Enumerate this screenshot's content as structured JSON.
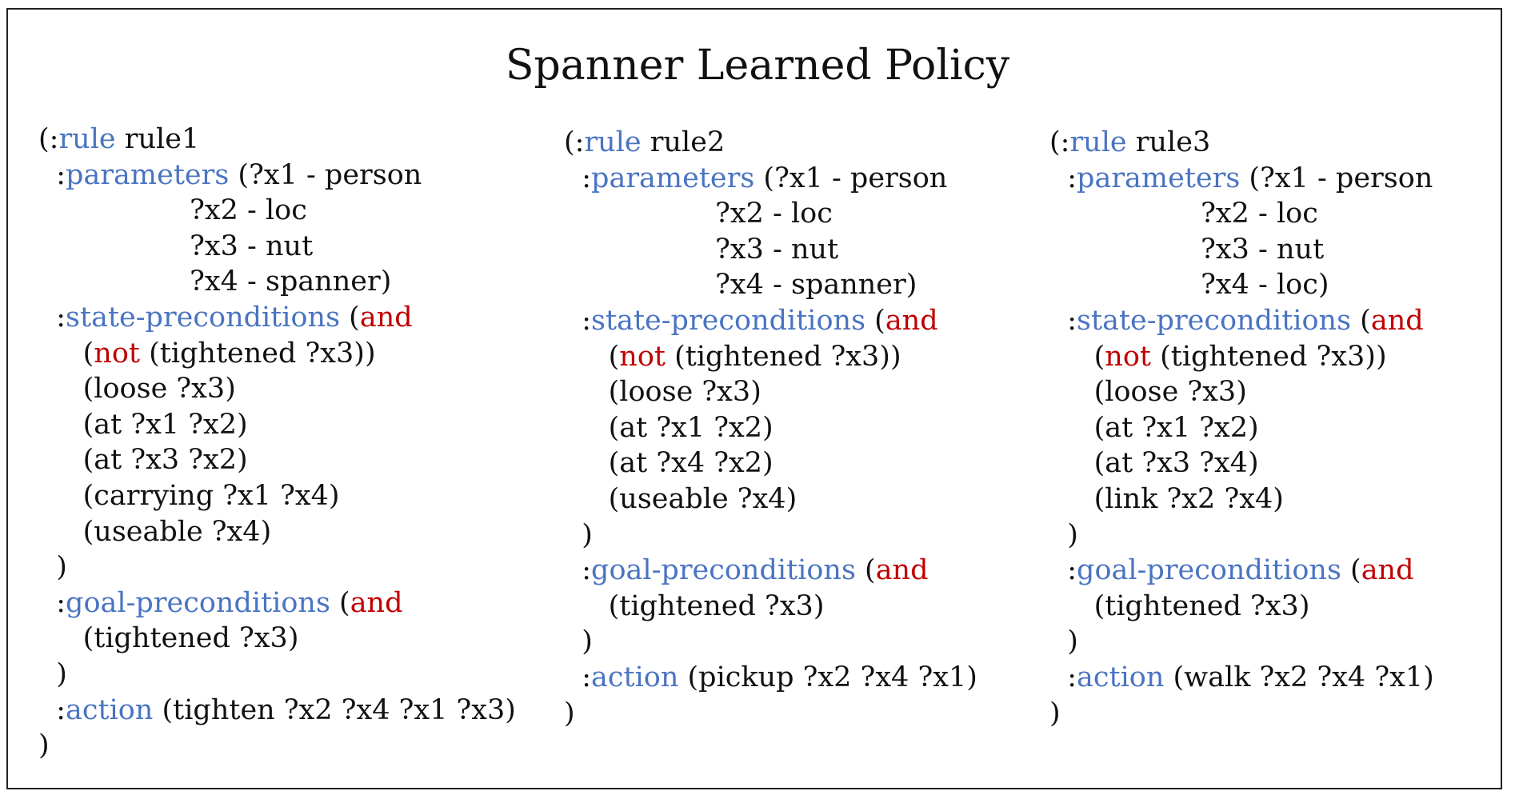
{
  "title": "Spanner Learned Policy",
  "colors": {
    "keyword": "#4a74c2",
    "logical": "#c00000",
    "text": "#111111"
  },
  "rules": [
    {
      "lines": [
        [
          {
            "t": "(:"
          },
          {
            "t": "rule",
            "c": "kw"
          },
          {
            "t": " rule1"
          }
        ],
        [
          {
            "t": "  :"
          },
          {
            "t": "parameters",
            "c": "kw"
          },
          {
            "t": " (?x1 - person"
          }
        ],
        [
          {
            "t": "                 ?x2 - loc"
          }
        ],
        [
          {
            "t": "                 ?x3 - nut"
          }
        ],
        [
          {
            "t": "                 ?x4 - spanner)"
          }
        ],
        [
          {
            "t": "  :"
          },
          {
            "t": "state-preconditions",
            "c": "kw"
          },
          {
            "t": " ("
          },
          {
            "t": "and",
            "c": "lg"
          }
        ],
        [
          {
            "t": "     ("
          },
          {
            "t": "not",
            "c": "lg"
          },
          {
            "t": " (tightened ?x3))"
          }
        ],
        [
          {
            "t": "     (loose ?x3)"
          }
        ],
        [
          {
            "t": "     (at ?x1 ?x2)"
          }
        ],
        [
          {
            "t": "     (at ?x3 ?x2)"
          }
        ],
        [
          {
            "t": "     (carrying ?x1 ?x4)"
          }
        ],
        [
          {
            "t": "     (useable ?x4)"
          }
        ],
        [
          {
            "t": "  )"
          }
        ],
        [
          {
            "t": "  :"
          },
          {
            "t": "goal-preconditions",
            "c": "kw"
          },
          {
            "t": " ("
          },
          {
            "t": "and",
            "c": "lg"
          }
        ],
        [
          {
            "t": "     (tightened ?x3)"
          }
        ],
        [
          {
            "t": "  )"
          }
        ],
        [
          {
            "t": "  :"
          },
          {
            "t": "action",
            "c": "kw"
          },
          {
            "t": " (tighten ?x2 ?x4 ?x1 ?x3)"
          }
        ],
        [
          {
            "t": ")"
          }
        ]
      ]
    },
    {
      "lines": [
        [
          {
            "t": "(:"
          },
          {
            "t": "rule",
            "c": "kw"
          },
          {
            "t": " rule2"
          }
        ],
        [
          {
            "t": "  :"
          },
          {
            "t": "parameters",
            "c": "kw"
          },
          {
            "t": " (?x1 - person"
          }
        ],
        [
          {
            "t": "                 ?x2 - loc"
          }
        ],
        [
          {
            "t": "                 ?x3 - nut"
          }
        ],
        [
          {
            "t": "                 ?x4 - spanner)"
          }
        ],
        [
          {
            "t": "  :"
          },
          {
            "t": "state-preconditions",
            "c": "kw"
          },
          {
            "t": " ("
          },
          {
            "t": "and",
            "c": "lg"
          }
        ],
        [
          {
            "t": "     ("
          },
          {
            "t": "not",
            "c": "lg"
          },
          {
            "t": " (tightened ?x3))"
          }
        ],
        [
          {
            "t": "     (loose ?x3)"
          }
        ],
        [
          {
            "t": "     (at ?x1 ?x2)"
          }
        ],
        [
          {
            "t": "     (at ?x4 ?x2)"
          }
        ],
        [
          {
            "t": "     (useable ?x4)"
          }
        ],
        [
          {
            "t": "  )"
          }
        ],
        [
          {
            "t": "  :"
          },
          {
            "t": "goal-preconditions",
            "c": "kw"
          },
          {
            "t": " ("
          },
          {
            "t": "and",
            "c": "lg"
          }
        ],
        [
          {
            "t": "     (tightened ?x3)"
          }
        ],
        [
          {
            "t": "  )"
          }
        ],
        [
          {
            "t": "  :"
          },
          {
            "t": "action",
            "c": "kw"
          },
          {
            "t": " (pickup ?x2 ?x4 ?x1)"
          }
        ],
        [
          {
            "t": ")"
          }
        ]
      ]
    },
    {
      "lines": [
        [
          {
            "t": "(:"
          },
          {
            "t": "rule",
            "c": "kw"
          },
          {
            "t": " rule3"
          }
        ],
        [
          {
            "t": "  :"
          },
          {
            "t": "parameters",
            "c": "kw"
          },
          {
            "t": " (?x1 - person"
          }
        ],
        [
          {
            "t": "                 ?x2 - loc"
          }
        ],
        [
          {
            "t": "                 ?x3 - nut"
          }
        ],
        [
          {
            "t": "                 ?x4 - loc)"
          }
        ],
        [
          {
            "t": "  :"
          },
          {
            "t": "state-preconditions",
            "c": "kw"
          },
          {
            "t": " ("
          },
          {
            "t": "and",
            "c": "lg"
          }
        ],
        [
          {
            "t": "     ("
          },
          {
            "t": "not",
            "c": "lg"
          },
          {
            "t": " (tightened ?x3))"
          }
        ],
        [
          {
            "t": "     (loose ?x3)"
          }
        ],
        [
          {
            "t": "     (at ?x1 ?x2)"
          }
        ],
        [
          {
            "t": "     (at ?x3 ?x4)"
          }
        ],
        [
          {
            "t": "     (link ?x2 ?x4)"
          }
        ],
        [
          {
            "t": "  )"
          }
        ],
        [
          {
            "t": "  :"
          },
          {
            "t": "goal-preconditions",
            "c": "kw"
          },
          {
            "t": " ("
          },
          {
            "t": "and",
            "c": "lg"
          }
        ],
        [
          {
            "t": "     (tightened ?x3)"
          }
        ],
        [
          {
            "t": "  )"
          }
        ],
        [
          {
            "t": "  :"
          },
          {
            "t": "action",
            "c": "kw"
          },
          {
            "t": " (walk ?x2 ?x4 ?x1)"
          }
        ],
        [
          {
            "t": ")"
          }
        ]
      ]
    }
  ]
}
